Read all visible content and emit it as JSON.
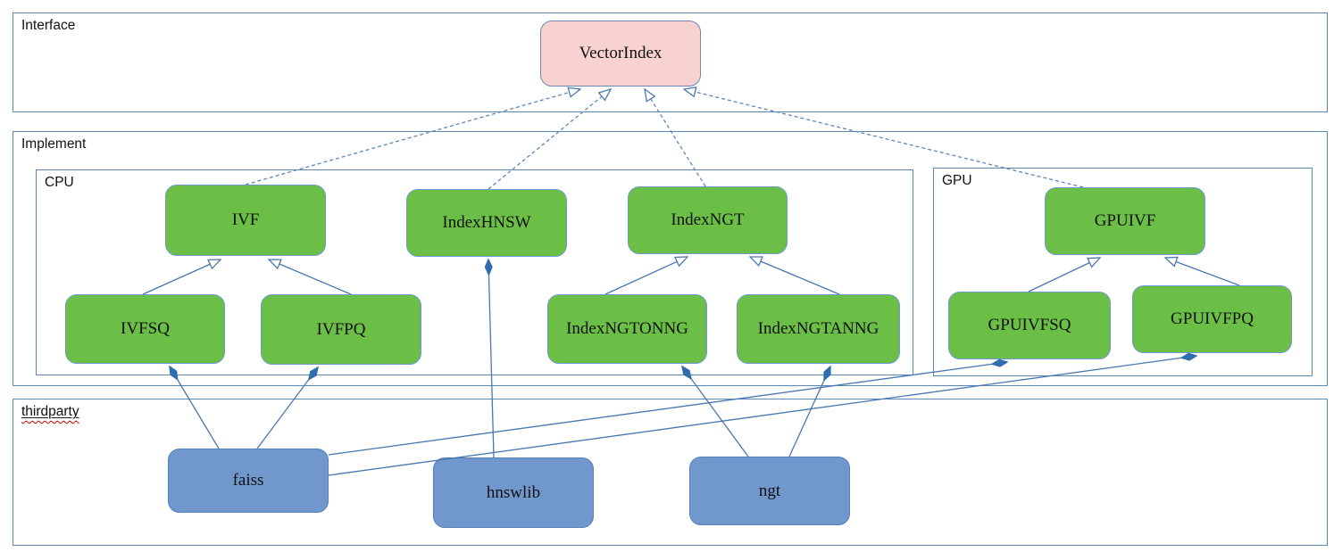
{
  "containers": {
    "interface": {
      "label": "Interface"
    },
    "implement": {
      "label": "Implement"
    },
    "cpu": {
      "label": "CPU"
    },
    "gpu": {
      "label": "GPU"
    },
    "thirdparty": {
      "label": "thirdparty"
    }
  },
  "nodes": {
    "vectorindex": {
      "label": "VectorIndex"
    },
    "ivf": {
      "label": "IVF"
    },
    "indexhnsw": {
      "label": "IndexHNSW"
    },
    "indexngt": {
      "label": "IndexNGT"
    },
    "gpuivf": {
      "label": "GPUIVF"
    },
    "ivfsq": {
      "label": "IVFSQ"
    },
    "ivfpq": {
      "label": "IVFPQ"
    },
    "indexngtonng": {
      "label": "IndexNGTONNG"
    },
    "indexngtanng": {
      "label": "IndexNGTANNG"
    },
    "gpuivfsq": {
      "label": "GPUIVFSQ"
    },
    "gpuivfpq": {
      "label": "GPUIVFPQ"
    },
    "faiss": {
      "label": "faiss"
    },
    "hnswlib": {
      "label": "hnswlib"
    },
    "ngt": {
      "label": "ngt"
    }
  },
  "edges": [
    {
      "from": "ivf",
      "to": "vectorindex",
      "type": "realization"
    },
    {
      "from": "indexhnsw",
      "to": "vectorindex",
      "type": "realization"
    },
    {
      "from": "indexngt",
      "to": "vectorindex",
      "type": "realization"
    },
    {
      "from": "gpuivf",
      "to": "vectorindex",
      "type": "realization"
    },
    {
      "from": "ivfsq",
      "to": "ivf",
      "type": "generalization"
    },
    {
      "from": "ivfpq",
      "to": "ivf",
      "type": "generalization"
    },
    {
      "from": "indexngtonng",
      "to": "indexngt",
      "type": "generalization"
    },
    {
      "from": "indexngtanng",
      "to": "indexngt",
      "type": "generalization"
    },
    {
      "from": "gpuivfsq",
      "to": "gpuivf",
      "type": "generalization"
    },
    {
      "from": "gpuivfpq",
      "to": "gpuivf",
      "type": "generalization"
    },
    {
      "from": "faiss",
      "to": "ivfsq",
      "type": "composition"
    },
    {
      "from": "faiss",
      "to": "ivfpq",
      "type": "composition"
    },
    {
      "from": "faiss",
      "to": "gpuivfsq",
      "type": "composition"
    },
    {
      "from": "faiss",
      "to": "gpuivfpq",
      "type": "composition"
    },
    {
      "from": "hnswlib",
      "to": "indexhnsw",
      "type": "composition"
    },
    {
      "from": "ngt",
      "to": "indexngtonng",
      "type": "composition"
    },
    {
      "from": "ngt",
      "to": "indexngtanng",
      "type": "composition"
    }
  ],
  "colors": {
    "container_border": "#5b87b8",
    "connector": "#4a77b0",
    "node_green_fill": "#6bbf47",
    "node_green_border": "#6f9ad0",
    "node_pink_fill": "#f8d2d0",
    "node_pink_border": "#6a87b8",
    "node_blue_fill": "#7098cd",
    "node_blue_border": "#5580bb",
    "diamond_fill": "#2f6dad",
    "spellcheck_underline": "#cc0000",
    "text": "#161616"
  }
}
